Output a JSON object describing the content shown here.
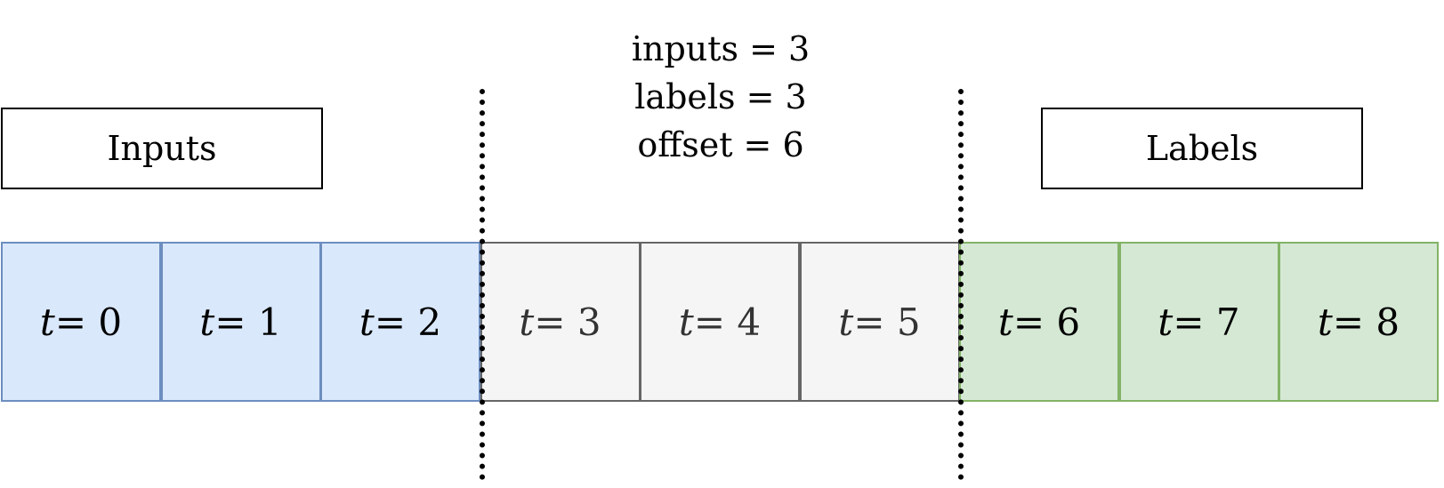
{
  "boxes": {
    "inputs": "Inputs",
    "labels": "Labels"
  },
  "params": [
    "inputs = 3",
    "labels = 3",
    "offset = 6"
  ],
  "cells": [
    {
      "var": "t",
      "eq": " = 0",
      "group": "input"
    },
    {
      "var": "t",
      "eq": " = 1",
      "group": "input"
    },
    {
      "var": "t",
      "eq": " = 2",
      "group": "input"
    },
    {
      "var": "t",
      "eq": " = 3",
      "group": "gap"
    },
    {
      "var": "t",
      "eq": " = 4",
      "group": "gap"
    },
    {
      "var": "t",
      "eq": " = 5",
      "group": "gap"
    },
    {
      "var": "t",
      "eq": " = 6",
      "group": "label"
    },
    {
      "var": "t",
      "eq": " = 7",
      "group": "label"
    },
    {
      "var": "t",
      "eq": " = 8",
      "group": "label"
    }
  ],
  "colors": {
    "input_fill": "#dae8fc",
    "input_stroke": "#6c8ebf",
    "gap_fill": "#f5f5f5",
    "gap_stroke": "#666666",
    "label_fill": "#d5e8d4",
    "label_stroke": "#82b366"
  }
}
